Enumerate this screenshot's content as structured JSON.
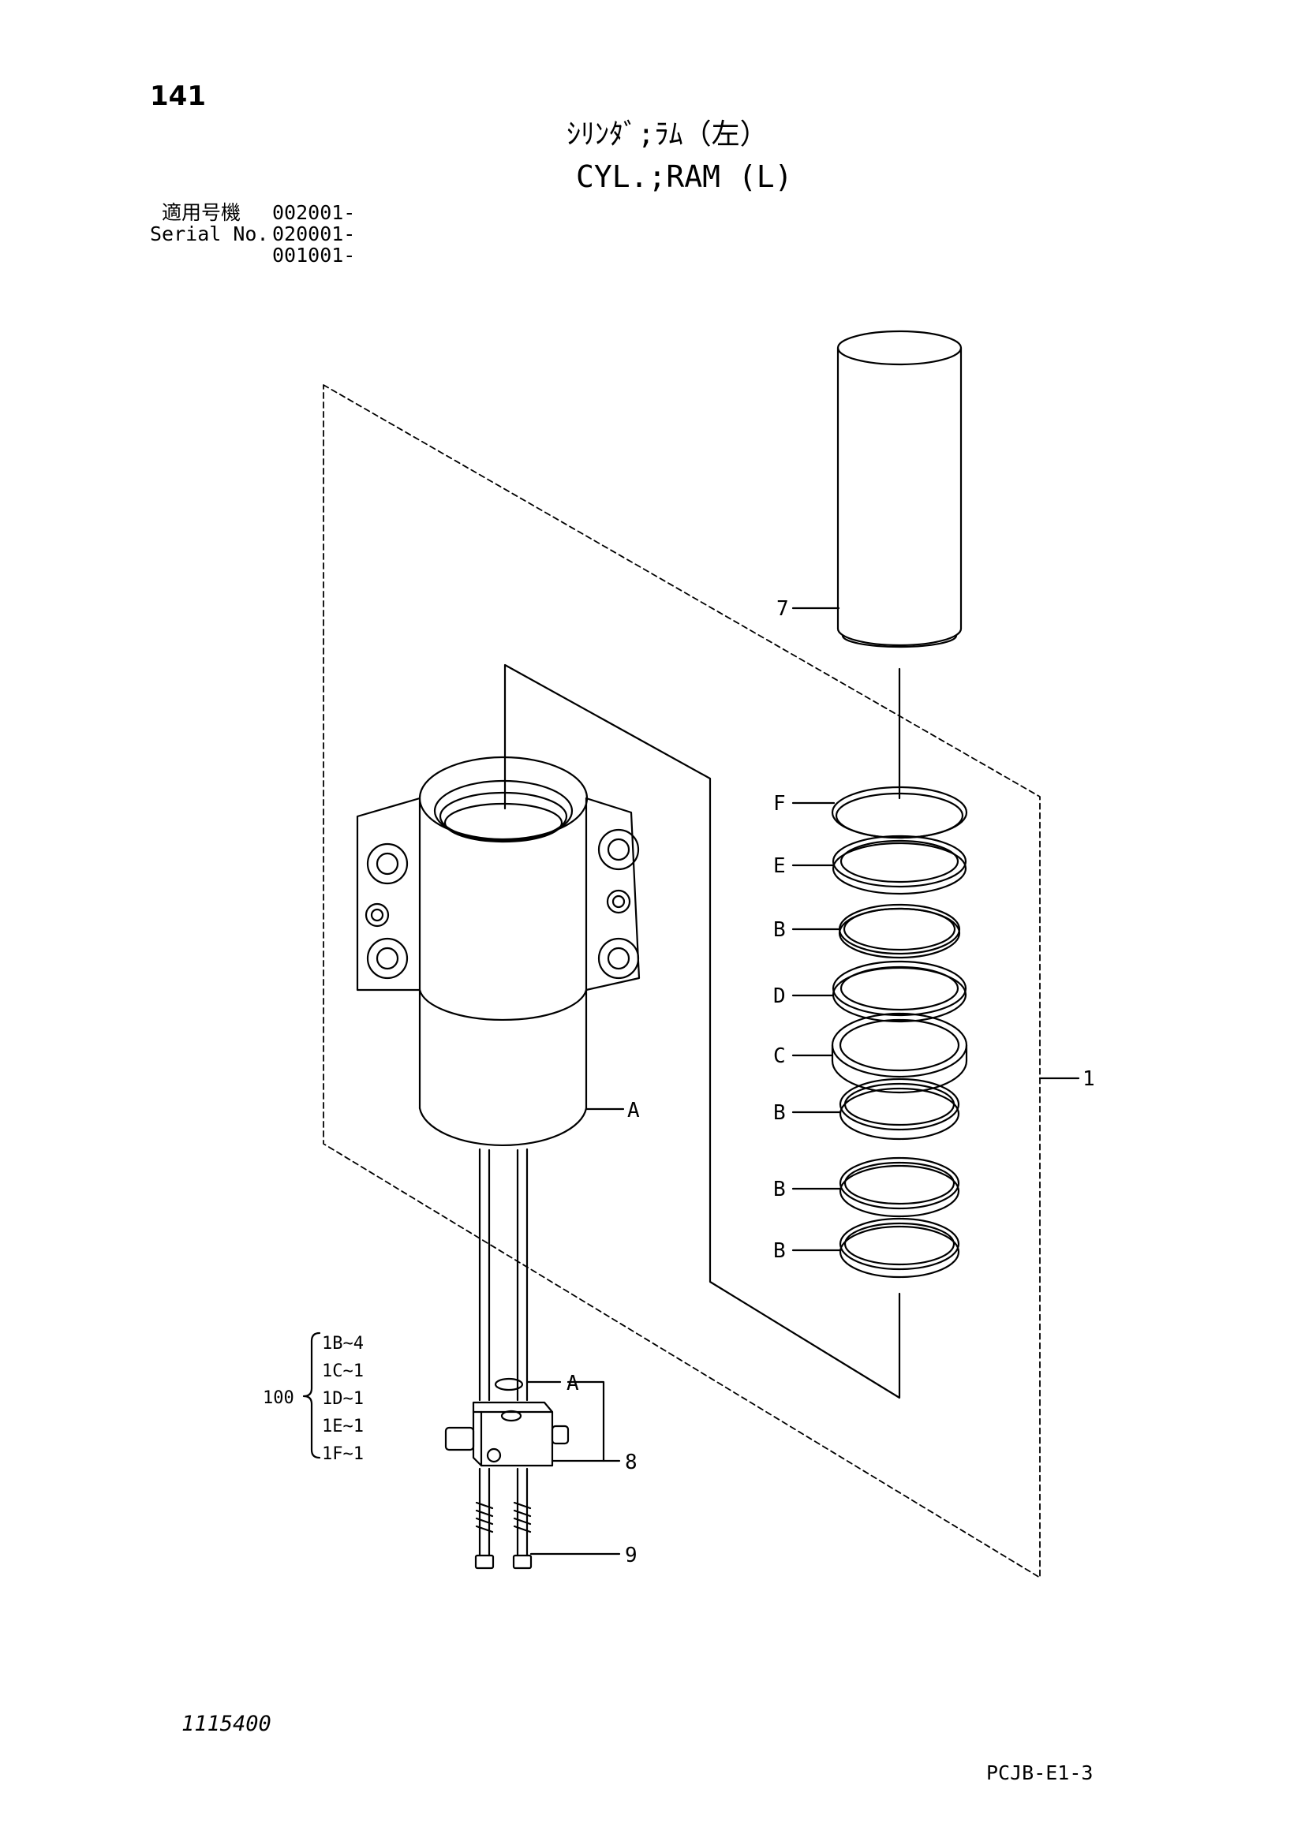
{
  "page_number": "141",
  "title_jp": "ｼﾘﾝﾀﾞ;ﾗﾑ（左）",
  "title_en": "CYL.;RAM (L)",
  "serial": {
    "label_jp": "適用号機",
    "label_en": "Serial No.",
    "numbers": [
      "002001-",
      "020001-",
      "001001-"
    ]
  },
  "callouts": {
    "part7": "7",
    "partF": "F",
    "partE": "E",
    "partB1": "B",
    "partD": "D",
    "partC": "C",
    "partB2": "B",
    "partB3": "B",
    "partB4": "B",
    "part1": "1",
    "partA1": "A",
    "partA2": "A",
    "part8": "8",
    "part9": "9"
  },
  "kit": {
    "number": "100",
    "items": [
      "1B~4",
      "1C~1",
      "1D~1",
      "1E~1",
      "1F~1"
    ]
  },
  "drawing_number": "1115400",
  "page_code": "PCJB-E1-3"
}
